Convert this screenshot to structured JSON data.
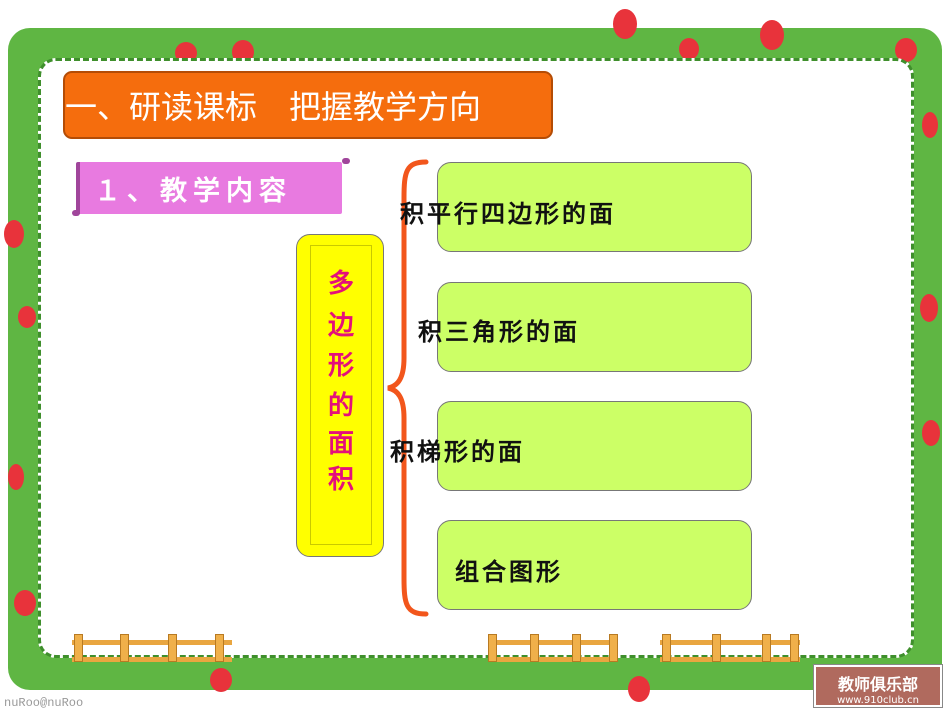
{
  "title": "一、研读课标　把握教学方向",
  "section_label": "１、教学内容",
  "topic_chars": [
    "多",
    "边",
    "形",
    "的",
    "面",
    "积"
  ],
  "items": [
    {
      "label": "积平行四边形的面"
    },
    {
      "label": "积三角形的面"
    },
    {
      "label": "积梯形的面"
    },
    {
      "label": "组合图形"
    }
  ],
  "logo": {
    "text": "教师俱乐部",
    "url": "www.910club.cn"
  },
  "watermark": "nuRoo@nuRoo",
  "colors": {
    "frame": "#5fb643",
    "title_bg": "#f56d0d",
    "scroll_bg": "#e87ae0",
    "topic_bg": "#ffff00",
    "topic_text": "#e4107a",
    "item_bg": "#ccff66",
    "brace": "#f2561c",
    "dots": "#e8333b"
  }
}
